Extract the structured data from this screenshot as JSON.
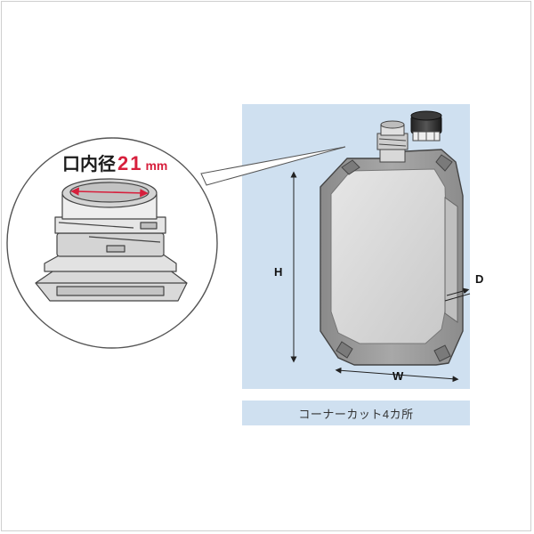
{
  "mouth": {
    "label": "口内径",
    "value": "21",
    "unit": "mm"
  },
  "dimensions": {
    "height_label": "H",
    "width_label": "W",
    "depth_label": "D"
  },
  "caption": "コーナーカット4カ所",
  "colors": {
    "panel_bg": "#cfe0f0",
    "accent": "#d71f3c",
    "pouch_body": "#9c9c9c",
    "pouch_window": "#d7d7d7"
  }
}
